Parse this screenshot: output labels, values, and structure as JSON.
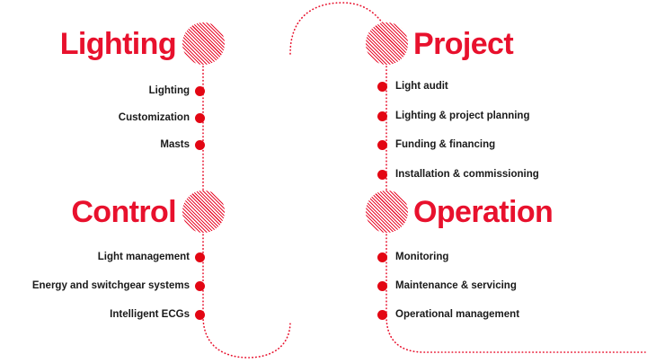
{
  "theme": {
    "accent_red": "#e8112d",
    "dot_red": "#e30613",
    "text_dark": "#1a1a1a",
    "background": "#ffffff"
  },
  "diagram": {
    "type": "process-flow",
    "orientation": "serpentine-two-column",
    "sections": [
      {
        "id": "lighting",
        "heading": "Lighting",
        "heading_side": "left",
        "column": "left",
        "node_icon": "hatched-circle-icon",
        "items": [
          {
            "label": "Lighting"
          },
          {
            "label": "Customization"
          },
          {
            "label": "Masts"
          }
        ]
      },
      {
        "id": "project",
        "heading": "Project",
        "heading_side": "right",
        "column": "right",
        "node_icon": "hatched-circle-icon",
        "items": [
          {
            "label": "Light audit"
          },
          {
            "label": "Lighting & project planning"
          },
          {
            "label": "Funding & financing"
          },
          {
            "label": "Installation & commissioning"
          }
        ]
      },
      {
        "id": "control",
        "heading": "Control",
        "heading_side": "left",
        "column": "left",
        "node_icon": "hatched-circle-icon",
        "items": [
          {
            "label": "Light management"
          },
          {
            "label": "Energy and switchgear systems"
          },
          {
            "label": "Intelligent ECGs"
          }
        ]
      },
      {
        "id": "operation",
        "heading": "Operation",
        "heading_side": "right",
        "column": "right",
        "node_icon": "hatched-circle-icon",
        "items": [
          {
            "label": "Monitoring"
          },
          {
            "label": "Maintenance & servicing"
          },
          {
            "label": "Operational management"
          }
        ]
      }
    ]
  }
}
